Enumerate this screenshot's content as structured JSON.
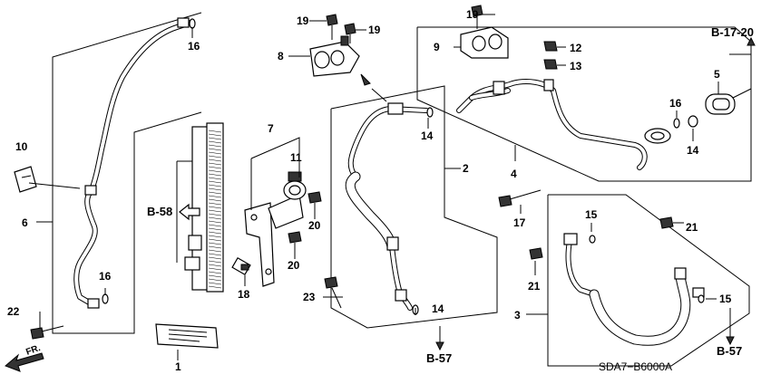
{
  "callouts": {
    "c1": "1",
    "c2": "2",
    "c3": "3",
    "c4": "4",
    "c5": "5",
    "c6": "6",
    "c7": "7",
    "c8": "8",
    "c9": "9",
    "c10": "10",
    "c11": "11",
    "c12": "12",
    "c13": "13",
    "c14a": "14",
    "c14b": "14",
    "c14c": "14",
    "c15a": "15",
    "c15b": "15",
    "c16a": "16",
    "c16b": "16",
    "c16c": "16",
    "c17": "17",
    "c18": "18",
    "c19a": "19",
    "c19b": "19",
    "c19c": "19",
    "c20a": "20",
    "c20b": "20",
    "c21a": "21",
    "c21b": "21",
    "c22": "22",
    "c23": "23"
  },
  "refs": {
    "b58": "B-58",
    "b1720": "B-17-20",
    "b57a": "B-57",
    "b57b": "B-57"
  },
  "diagram_code": "SDA7−B6000A",
  "front_label": "FR."
}
